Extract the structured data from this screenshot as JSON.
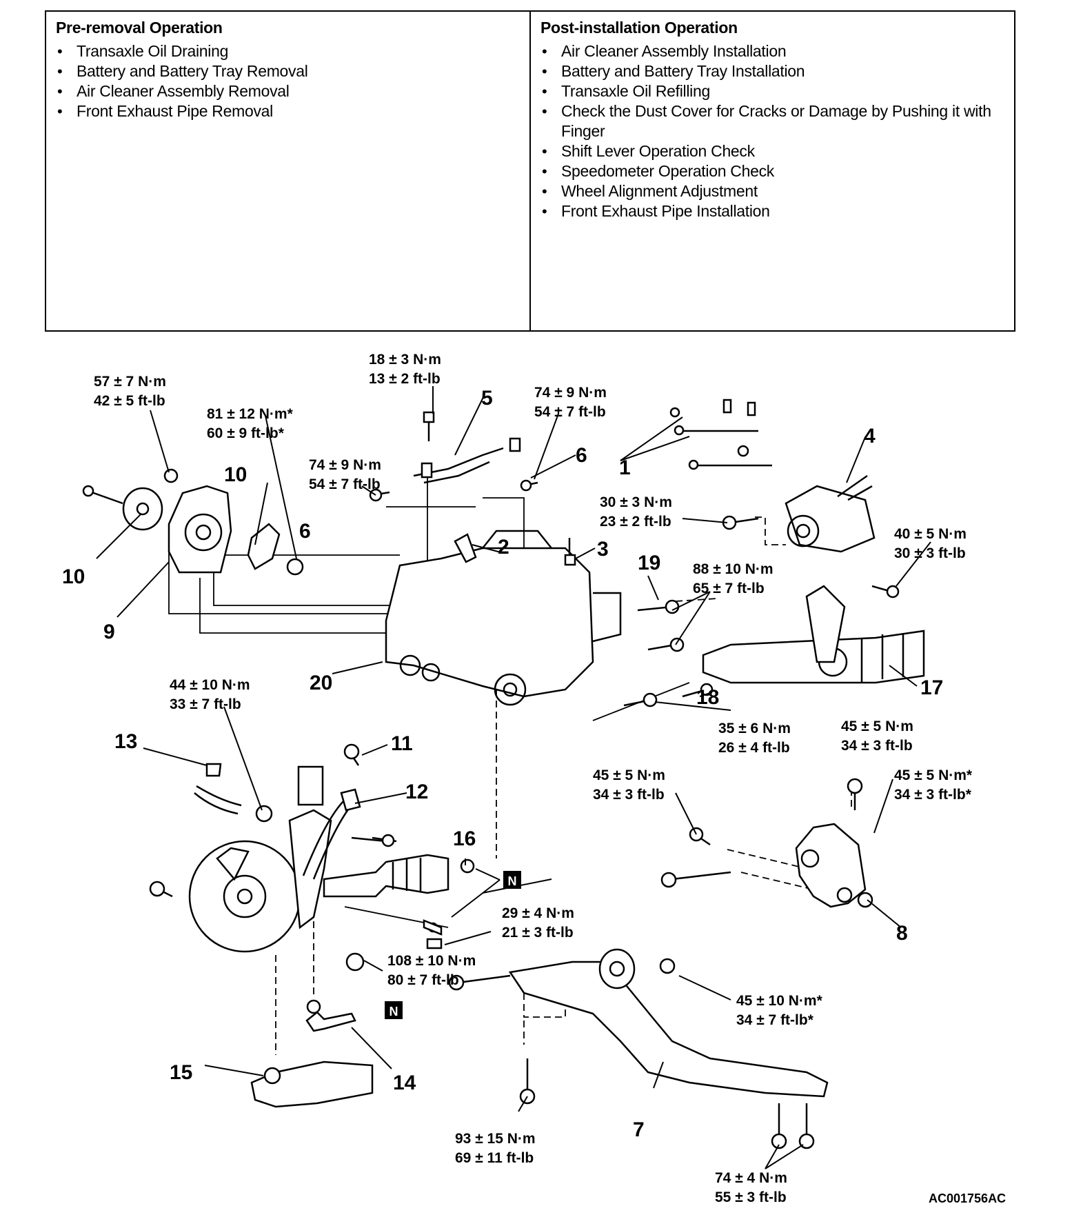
{
  "pre_removal": {
    "heading": "Pre-removal Operation",
    "items": [
      "Transaxle Oil Draining",
      "Battery and Battery Tray Removal",
      "Air Cleaner Assembly Removal",
      "Front Exhaust Pipe Removal"
    ]
  },
  "post_installation": {
    "heading": "Post-installation Operation",
    "items": [
      "Air Cleaner Assembly Installation",
      "Battery and Battery Tray Installation",
      "Transaxle Oil Refilling",
      "Check the Dust Cover for Cracks or Damage by Pushing it with Finger",
      "Shift Lever Operation Check",
      "Speedometer Operation Check",
      "Wheel Alignment Adjustment",
      "Front Exhaust Pipe Installation"
    ]
  },
  "torque_specs": [
    {
      "nm": "57 ± 7 N·m",
      "ftlb": "42 ± 5 ft-lb"
    },
    {
      "nm": "81 ± 12 N·m*",
      "ftlb": "60 ± 9 ft-lb*"
    },
    {
      "nm": "18 ± 3 N·m",
      "ftlb": "13 ± 2 ft-lb"
    },
    {
      "nm": "74 ± 9 N·m",
      "ftlb": "54 ± 7 ft-lb"
    },
    {
      "nm": "74 ± 9 N·m",
      "ftlb": "54 ± 7 ft-lb"
    },
    {
      "nm": "30 ± 3 N·m",
      "ftlb": "23 ± 2 ft-lb"
    },
    {
      "nm": "40 ± 5 N·m",
      "ftlb": "30 ± 3 ft-lb"
    },
    {
      "nm": "88 ± 10 N·m",
      "ftlb": "65 ± 7 ft-lb"
    },
    {
      "nm": "44 ± 10 N·m",
      "ftlb": "33 ± 7 ft-lb"
    },
    {
      "nm": "35 ± 6 N·m",
      "ftlb": "26 ± 4 ft-lb"
    },
    {
      "nm": "45 ± 5 N·m",
      "ftlb": "34 ± 3 ft-lb"
    },
    {
      "nm": "45 ± 5 N·m",
      "ftlb": "34 ± 3 ft-lb"
    },
    {
      "nm": "45 ± 5 N·m*",
      "ftlb": "34 ± 3 ft-lb*"
    },
    {
      "nm": "29 ± 4 N·m",
      "ftlb": "21 ± 3 ft-lb"
    },
    {
      "nm": "108 ± 10 N·m",
      "ftlb": "80 ± 7 ft-lb"
    },
    {
      "nm": "45 ± 10 N·m*",
      "ftlb": "34 ± 7 ft-lb*"
    },
    {
      "nm": "93 ± 15 N·m",
      "ftlb": "69 ± 11 ft-lb"
    },
    {
      "nm": "74 ± 4 N·m",
      "ftlb": "55 ± 3 ft-lb"
    }
  ],
  "part_numbers": [
    "1",
    "2",
    "3",
    "4",
    "5",
    "6",
    "6",
    "7",
    "8",
    "9",
    "10",
    "10",
    "11",
    "12",
    "13",
    "14",
    "15",
    "16",
    "17",
    "18",
    "19",
    "20"
  ],
  "marks": [
    "N",
    "N"
  ],
  "figure_code": "AC001756AC"
}
